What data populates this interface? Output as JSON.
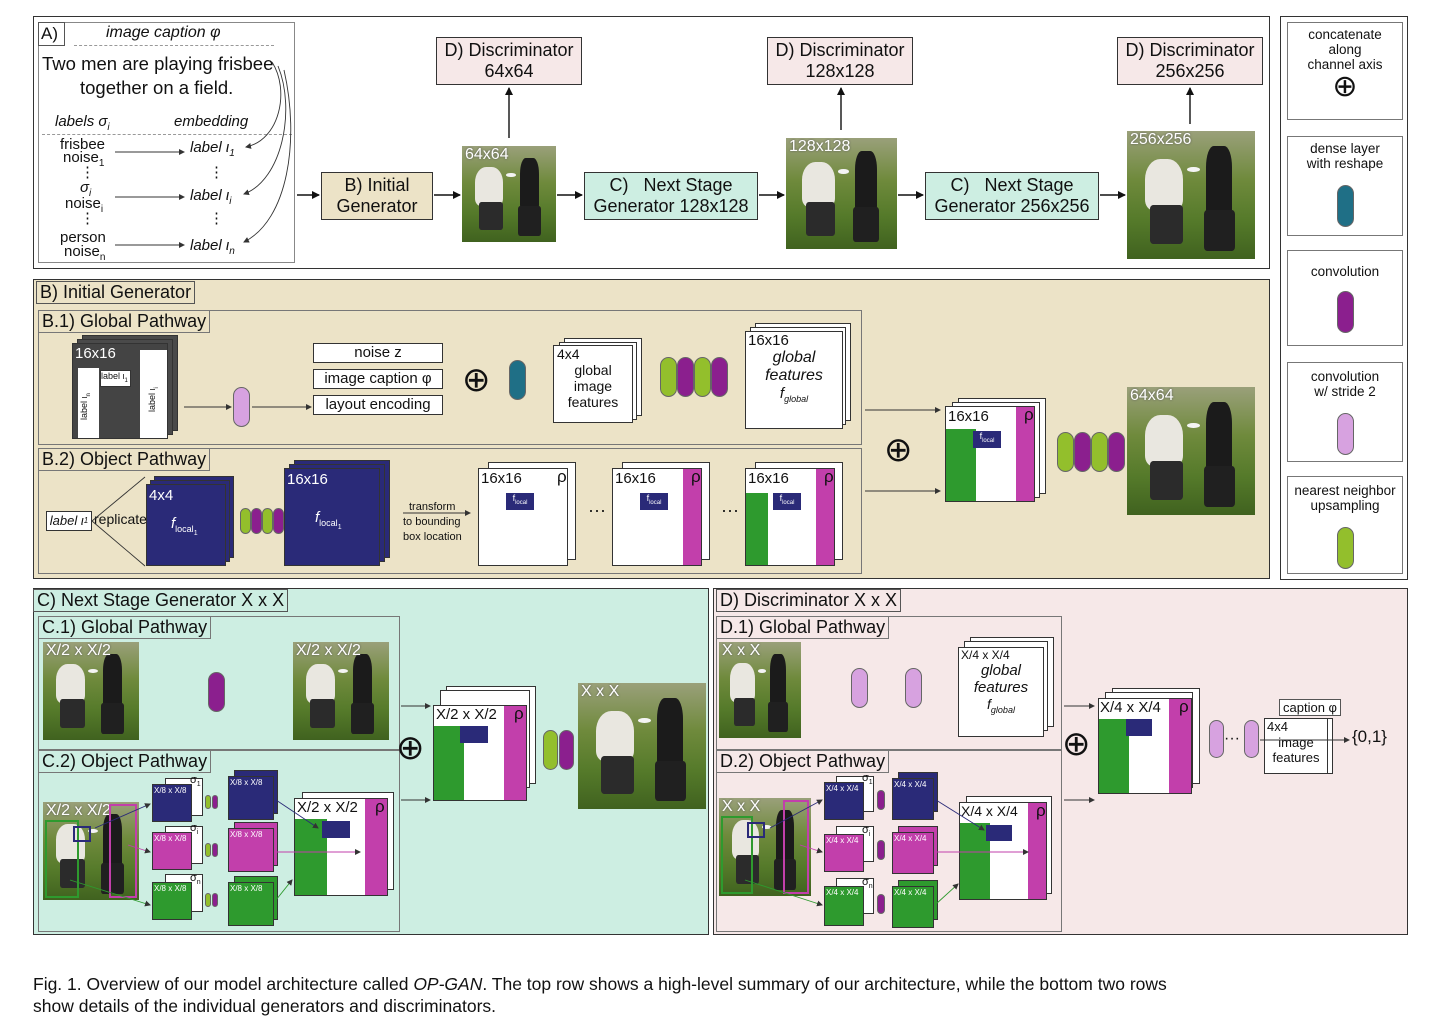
{
  "panel_a": {
    "letter": "A)",
    "caption_header": "image caption φ",
    "caption_text_1": "Two men are playing frisbee",
    "caption_text_2": "together on a field.",
    "labels_header": "labels σ",
    "labels_header_sub": "i",
    "embedding_header": "embedding",
    "row1_a": "frisbee",
    "row1_b": "noise",
    "row1_sub": "1",
    "row1_emb": "label ι",
    "row1_emb_sub": "1",
    "row2_a": "σ",
    "row2_a_sub": "i",
    "row2_b": "noise",
    "row2_sub": "i",
    "row2_emb": "label ι",
    "row2_emb_sub": "i",
    "row3_a": "person",
    "row3_b": "noise",
    "row3_sub": "n",
    "row3_emb": "label ι",
    "row3_emb_sub": "n",
    "dots": "⋮",
    "initial_generator_letter": "B)",
    "initial_generator_1": "Initial",
    "initial_generator_2": "Generator",
    "img64": "64x64",
    "img128": "128x128",
    "img256": "256x256",
    "next128_letter": "C)",
    "next128_1": "Next Stage",
    "next128_2": "Generator 128x128",
    "next256_letter": "C)",
    "next256_1": "Next Stage",
    "next256_2": "Generator 256x256",
    "disc_letter": "D)",
    "disc_title": "Discriminator",
    "disc64": "64x64",
    "disc128": "128x128",
    "disc256": "256x256"
  },
  "legend": [
    {
      "text_1": "concatenate",
      "text_2": "along",
      "text_3": "channel axis",
      "symbol": "⊕"
    },
    {
      "text_1": "dense layer",
      "text_2": "with reshape",
      "color": "#1f6f86"
    },
    {
      "text_1": "convolution",
      "color": "#8b1f8e"
    },
    {
      "text_1": "convolution",
      "text_2": "w/ stride 2",
      "color": "#d7a2e0"
    },
    {
      "text_1": "nearest neighbor",
      "text_2": "upsampling",
      "color": "#93bf2c"
    }
  ],
  "panel_b": {
    "title": "B) Initial Generator",
    "global_title": "B.1) Global Pathway",
    "object_title": "B.2) Object Pathway",
    "layout_size": "16x16",
    "layout_label_1": "label ι",
    "layout_label_1_sub": "n",
    "layout_label_2": "label ι",
    "layout_label_2_sub": "1",
    "layout_label_3": "label ι",
    "layout_label_3_sub": "i",
    "noise_z": "noise z",
    "image_caption": "image caption φ",
    "layout_encoding": "layout encoding",
    "feat4_size": "4x4",
    "feat4_1": "global",
    "feat4_2": "image",
    "feat4_3": "features",
    "feat16_size": "16x16",
    "feat16_1": "global",
    "feat16_2": "features",
    "feat16_3": "f",
    "feat16_3_sub": "global",
    "obj_label": "label ι",
    "obj_label_sub": "1",
    "replicate": "replicate",
    "obj4_size": "4x4",
    "obj16_size": "16x16",
    "f_local": "f",
    "f_local_sub": "local",
    "f_local_sub2": "1",
    "transform_1": "transform",
    "transform_2": "to bounding",
    "transform_3": "box location",
    "rho": "ρ",
    "ellipsis": "···",
    "out_size": "16x16",
    "out_img": "64x64"
  },
  "panel_c": {
    "title": "C) Next Stage Generator X x X",
    "global_title": "C.1) Global Pathway",
    "object_title": "C.2) Object Pathway",
    "in_size": "X/2 x X/2",
    "small_size": "X/8 x X/8",
    "out_size": "X/2 x X/2",
    "final_size": "X x X",
    "sigma1": "σ",
    "sigma1_sub": "1",
    "sigmai_sub": "i",
    "sigman_sub": "n",
    "rho": "ρ"
  },
  "panel_d": {
    "title": "D) Discriminator X x X",
    "global_title": "D.1) Global Pathway",
    "object_title": "D.2) Object Pathway",
    "in_size": "X x X",
    "q_size": "X/4 x X/4",
    "feat_1": "global",
    "feat_2": "features",
    "caption": "caption φ",
    "cap_size": "4x4",
    "cap_1": "image",
    "cap_2": "features",
    "output": "{0,1}",
    "ellipsis": "···",
    "rho": "ρ"
  },
  "caption": {
    "fig": "Fig. 1. Overview of our model architecture called ",
    "name": "OP-GAN",
    "rest_1": ". The top row shows a high-level summary of our architecture, while the bottom two rows",
    "rest_2": "show details of the individual generators and discriminators."
  },
  "colors": {
    "initial_bg": "#ece3c7",
    "next_bg": "#cdeee2",
    "disc_bg": "#f6e8e8",
    "navy": "#2a2a78",
    "magenta": "#c23fab",
    "green": "#2e9a2e",
    "teal": "#1f6f86",
    "purple": "#8b1f8e",
    "lavender": "#d7a2e0",
    "lime": "#93bf2c"
  }
}
